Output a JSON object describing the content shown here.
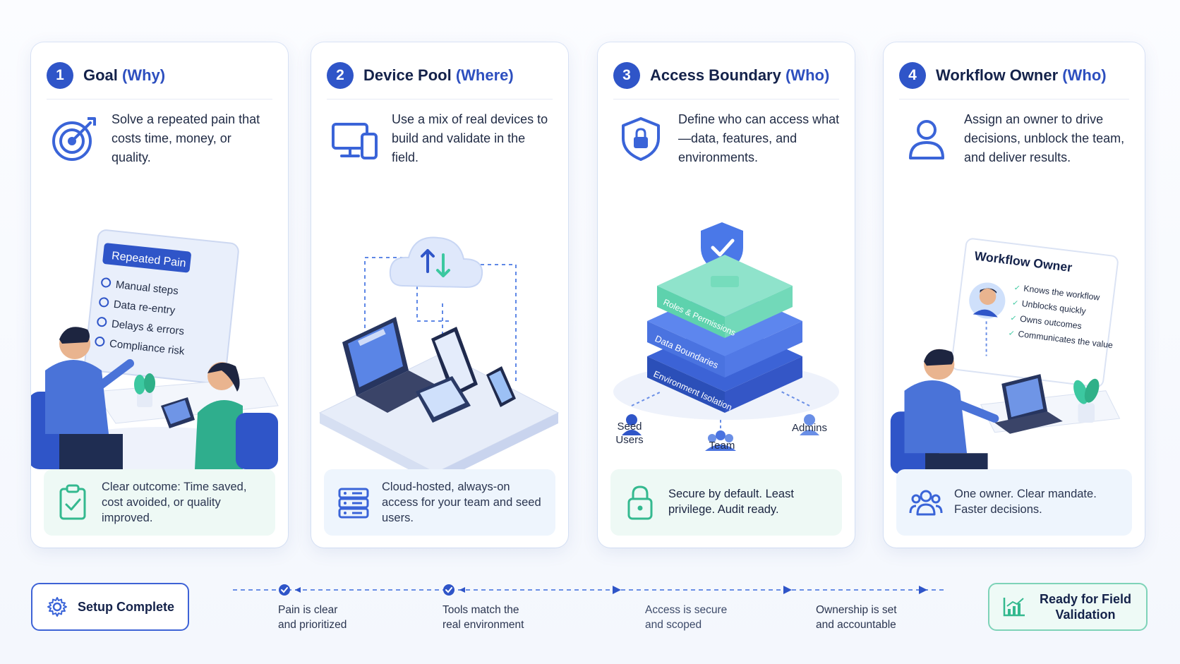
{
  "cards": [
    {
      "number": "1",
      "title_main": "Goal",
      "title_paren": "(Why)",
      "description": "Solve a repeated pain that costs time, money, or quality.",
      "icon": "target-icon",
      "board": {
        "header": "Repeated Pain",
        "items": [
          "Manual steps",
          "Data re-entry",
          "Delays & errors",
          "Compliance risk"
        ]
      },
      "footer": "Clear outcome: Time saved, cost avoided, or quality improved.",
      "footer_icon": "clipboard-check-icon"
    },
    {
      "number": "2",
      "title_main": "Device Pool",
      "title_paren": "(Where)",
      "description": "Use a mix of real devices to build and validate in the field.",
      "icon": "devices-icon",
      "footer": "Cloud-hosted, always-on access for your team and seed users.",
      "footer_icon": "server-icon"
    },
    {
      "number": "3",
      "title_main": "Access Boundary",
      "title_paren": "(Who)",
      "description": "Define who can access what—data, features, and environments.",
      "icon": "shield-lock-icon",
      "layers": [
        "Roles & Permissions",
        "Data Boundaries",
        "Environment Isolation"
      ],
      "roles": [
        "Seed Users",
        "Team",
        "Admins"
      ],
      "footer": "Secure by default. Least privilege. Audit ready.",
      "footer_icon": "padlock-icon"
    },
    {
      "number": "4",
      "title_main": "Workflow Owner",
      "title_paren": "(Who)",
      "description": "Assign an owner to drive decisions, unblock the team, and deliver results.",
      "icon": "person-icon",
      "owner_card": {
        "header": "Workflow Owner",
        "items": [
          "Knows the workflow",
          "Unblocks quickly",
          "Owns outcomes",
          "Communicates the value"
        ]
      },
      "footer": "One owner. Clear mandate. Faster decisions.",
      "footer_icon": "team-icon"
    }
  ],
  "bottom": {
    "start_label": "Setup Complete",
    "end_label": "Ready for Field Validation",
    "steps": [
      {
        "line1": "Pain is clear",
        "line2": "and prioritized"
      },
      {
        "line1": "Tools match the",
        "line2": "real environment"
      },
      {
        "line1": "Access is secure",
        "line2": "and scoped"
      },
      {
        "line1": "Ownership is set",
        "line2": "and accountable"
      }
    ]
  },
  "colors": {
    "accent": "#2f55c8",
    "teal": "#3cc8a0",
    "light_blue_panel": "#eef5fd",
    "light_green_panel": "#eef9f5"
  }
}
